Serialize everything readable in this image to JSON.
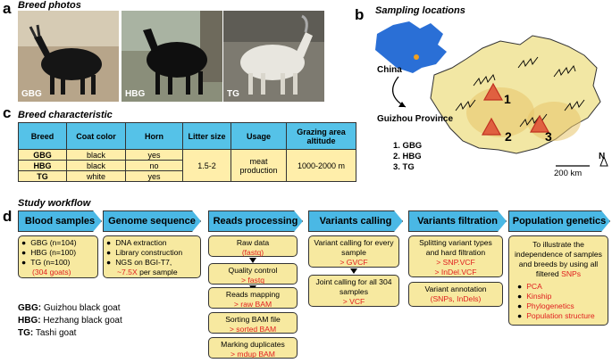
{
  "panel_a": {
    "label": "a",
    "title": "Breed photos",
    "photos": [
      {
        "tag": "GBG"
      },
      {
        "tag": "HBG"
      },
      {
        "tag": "TG"
      }
    ]
  },
  "panel_b": {
    "label": "b",
    "title": "Sampling locations",
    "china_label": "China",
    "province_label": "Guizhou Province",
    "sites": [
      "1",
      "2",
      "3"
    ],
    "site_legend": [
      "1. GBG",
      "2. HBG",
      "3. TG"
    ],
    "scale": "200 km",
    "north": "N"
  },
  "panel_c": {
    "label": "c",
    "title": "Breed characteristic",
    "headers": [
      "Breed",
      "Coat color",
      "Horn",
      "Litter size",
      "Usage",
      "Grazing area altitude"
    ],
    "rows": [
      {
        "breed": "GBG",
        "coat": "black",
        "horn": "yes"
      },
      {
        "breed": "HBG",
        "coat": "black",
        "horn": "no"
      },
      {
        "breed": "TG",
        "coat": "white",
        "horn": "yes"
      }
    ],
    "litter": "1.5-2",
    "usage": "meat production",
    "altitude": "1000-2000 m"
  },
  "panel_d": {
    "label": "d",
    "title": "Study workflow",
    "stages": [
      "Blood samples",
      "Genome sequence",
      "Reads processing",
      "Variants calling",
      "Variants filtration",
      "Population genetics"
    ],
    "blood": {
      "items": [
        "GBG (n=104)",
        "HBG (n=100)",
        "TG (n=100)"
      ],
      "total": "(304 goats)"
    },
    "genome": {
      "items": [
        "DNA extraction",
        "Library construction",
        "NGS on BGI-T7,"
      ],
      "depth": "~7.5X",
      "depth_suffix": "per sample"
    },
    "reads": [
      {
        "title": "Raw data",
        "out": "(fastq)"
      },
      {
        "title": "Quality control",
        "out": "> fastq"
      },
      {
        "title": "Reads mapping",
        "out": "> raw BAM"
      },
      {
        "title": "Sorting BAM file",
        "out": "> sorted BAM"
      },
      {
        "title": "Marking duplicates",
        "out": "> mdup BAM"
      }
    ],
    "calling": [
      {
        "title": "Variant calling for every sample",
        "out": "> GVCF"
      },
      {
        "title": "Joint calling for all 304 samples",
        "out": "> VCF"
      }
    ],
    "filtration": {
      "split_title": "Splitting variant types and hard filtration",
      "split_out1": "> SNP.VCF",
      "split_out2": "> InDel.VCF",
      "annot_title": "Variant annotation",
      "annot_out": "(SNPs, InDels)"
    },
    "popgen": {
      "intro": "To illustrate the independence of samples and breeds by using all filtered",
      "intro_red": "SNPs",
      "items": [
        "PCA",
        "Kinship",
        "Phylogenetics",
        "Population structure"
      ]
    },
    "legend": [
      {
        "abbr": "GBG:",
        "full": "Guizhou black goat"
      },
      {
        "abbr": "HBG:",
        "full": "Hezhang black goat"
      },
      {
        "abbr": "TG:",
        "full": "Tashi goat"
      }
    ]
  }
}
